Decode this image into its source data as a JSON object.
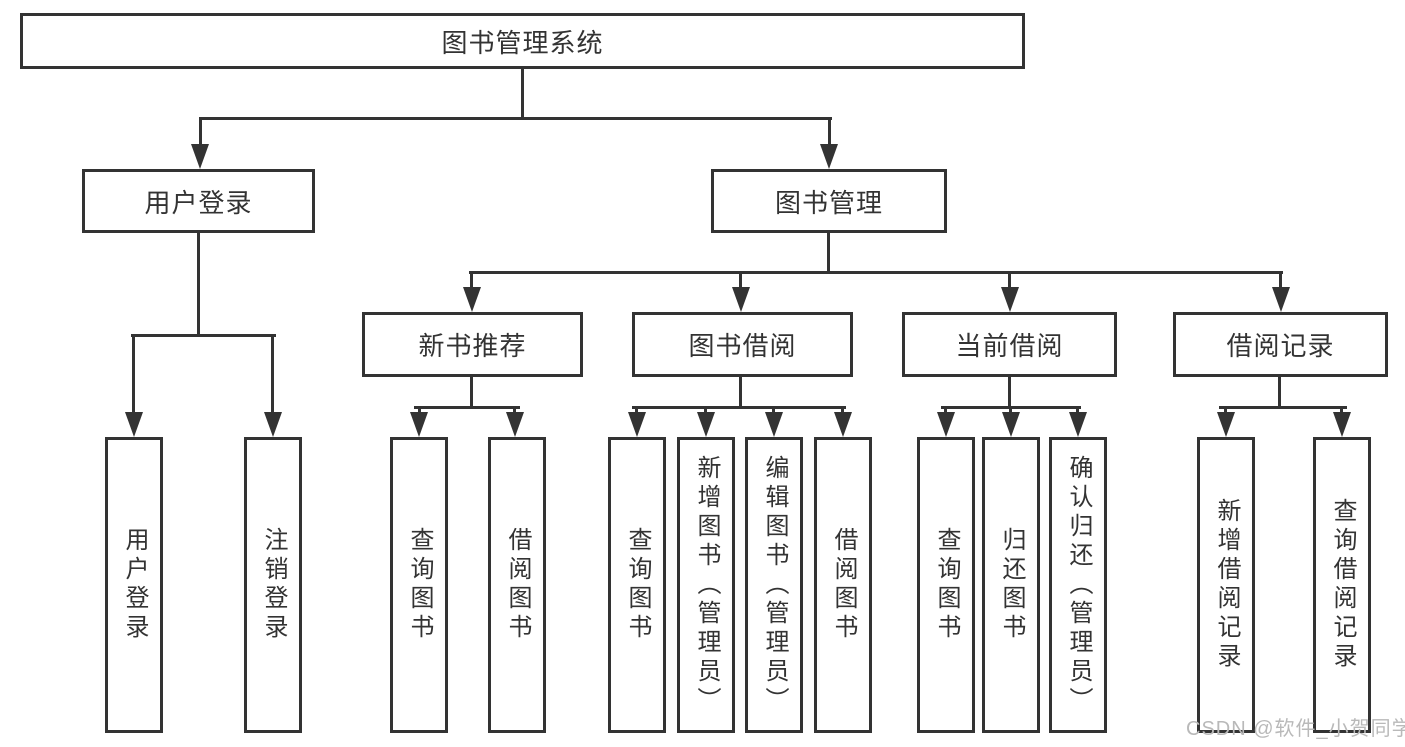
{
  "diagram": {
    "root": {
      "label": "图书管理系统",
      "children": [
        {
          "label": "用户登录",
          "children": [
            {
              "label": "用户登录"
            },
            {
              "label": "注销登录"
            }
          ]
        },
        {
          "label": "图书管理",
          "children": [
            {
              "label": "新书推荐",
              "children": [
                {
                  "label": "查询图书"
                },
                {
                  "label": "借阅图书"
                }
              ]
            },
            {
              "label": "图书借阅",
              "children": [
                {
                  "label": "查询图书"
                },
                {
                  "label": "新增图书（管理员）"
                },
                {
                  "label": "编辑图书（管理员）"
                },
                {
                  "label": "借阅图书"
                }
              ]
            },
            {
              "label": "当前借阅",
              "children": [
                {
                  "label": "查询图书"
                },
                {
                  "label": "归还图书"
                },
                {
                  "label": "确认归还（管理员）"
                }
              ]
            },
            {
              "label": "借阅记录",
              "children": [
                {
                  "label": "新增借阅记录"
                },
                {
                  "label": "查询借阅记录"
                }
              ]
            }
          ]
        }
      ]
    }
  },
  "watermark": "CSDN @软件_小贺同学",
  "colors": {
    "line": "#333333",
    "text": "#333333",
    "background": "#ffffff",
    "watermark": "#b9b9b9"
  }
}
